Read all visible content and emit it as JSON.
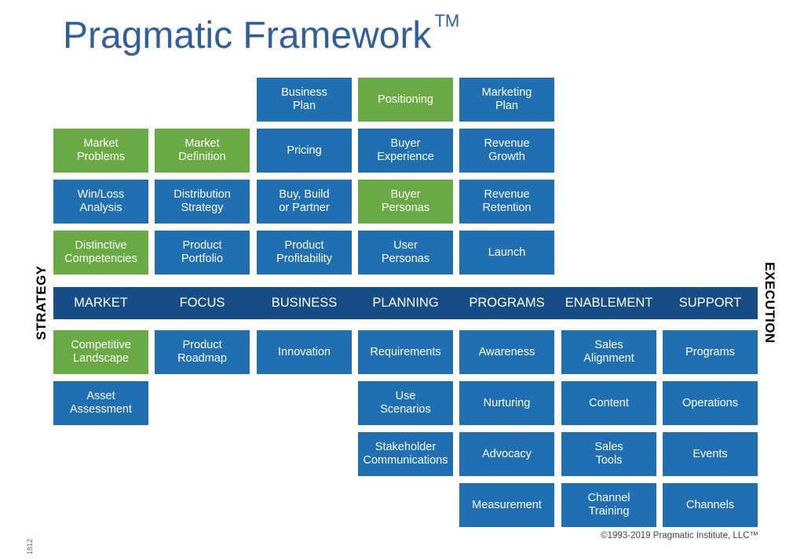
{
  "title": "Pragmatic Framework",
  "trademark": "TM",
  "side_labels": {
    "left": "STRATEGY",
    "right": "EXECUTION"
  },
  "categories": [
    "MARKET",
    "FOCUS",
    "BUSINESS",
    "PLANNING",
    "PROGRAMS",
    "ENABLEMENT",
    "SUPPORT"
  ],
  "colors": {
    "blue": "#1f6fb2",
    "green": "#6aaa45",
    "band": "#174d86",
    "title": "#2f5fa1"
  },
  "columns": [
    {
      "category": "MARKET",
      "strategy": [
        {
          "label": "Market\nProblems",
          "color": "green"
        },
        {
          "label": "Win/Loss\nAnalysis",
          "color": "blue"
        },
        {
          "label": "Distinctive\nCompetencies",
          "color": "green"
        }
      ],
      "execution": [
        {
          "label": "Competitive\nLandscape",
          "color": "green"
        },
        {
          "label": "Asset\nAssessment",
          "color": "blue"
        }
      ]
    },
    {
      "category": "FOCUS",
      "strategy": [
        {
          "label": "Market\nDefinition",
          "color": "green"
        },
        {
          "label": "Distribution\nStrategy",
          "color": "blue"
        },
        {
          "label": "Product\nPortfolio",
          "color": "blue"
        }
      ],
      "execution": [
        {
          "label": "Product\nRoadmap",
          "color": "blue"
        }
      ]
    },
    {
      "category": "BUSINESS",
      "strategy": [
        {
          "label": "Business\nPlan",
          "color": "blue"
        },
        {
          "label": "Pricing",
          "color": "blue"
        },
        {
          "label": "Buy, Build\nor Partner",
          "color": "blue"
        },
        {
          "label": "Product\nProfitability",
          "color": "blue"
        }
      ],
      "execution": [
        {
          "label": "Innovation",
          "color": "blue"
        }
      ]
    },
    {
      "category": "PLANNING",
      "strategy": [
        {
          "label": "Positioning",
          "color": "green"
        },
        {
          "label": "Buyer\nExperience",
          "color": "blue"
        },
        {
          "label": "Buyer\nPersonas",
          "color": "green"
        },
        {
          "label": "User\nPersonas",
          "color": "blue"
        }
      ],
      "execution": [
        {
          "label": "Requirements",
          "color": "blue"
        },
        {
          "label": "Use\nScenarios",
          "color": "blue"
        },
        {
          "label": "Stakeholder\nCommunications",
          "color": "blue"
        }
      ]
    },
    {
      "category": "PROGRAMS",
      "strategy": [
        {
          "label": "Marketing\nPlan",
          "color": "blue"
        },
        {
          "label": "Revenue\nGrowth",
          "color": "blue"
        },
        {
          "label": "Revenue\nRetention",
          "color": "blue"
        },
        {
          "label": "Launch",
          "color": "blue"
        }
      ],
      "execution": [
        {
          "label": "Awareness",
          "color": "blue"
        },
        {
          "label": "Nurturing",
          "color": "blue"
        },
        {
          "label": "Advocacy",
          "color": "blue"
        },
        {
          "label": "Measurement",
          "color": "blue"
        }
      ]
    },
    {
      "category": "ENABLEMENT",
      "strategy": [],
      "execution": [
        {
          "label": "Sales\nAlignment",
          "color": "blue"
        },
        {
          "label": "Content",
          "color": "blue"
        },
        {
          "label": "Sales\nTools",
          "color": "blue"
        },
        {
          "label": "Channel\nTraining",
          "color": "blue"
        }
      ]
    },
    {
      "category": "SUPPORT",
      "strategy": [],
      "execution": [
        {
          "label": "Programs",
          "color": "blue"
        },
        {
          "label": "Operations",
          "color": "blue"
        },
        {
          "label": "Events",
          "color": "blue"
        },
        {
          "label": "Channels",
          "color": "blue"
        }
      ]
    }
  ],
  "copyright": "©1993-2019 Pragmatic Institute, LLC™",
  "doc_code": "1812"
}
